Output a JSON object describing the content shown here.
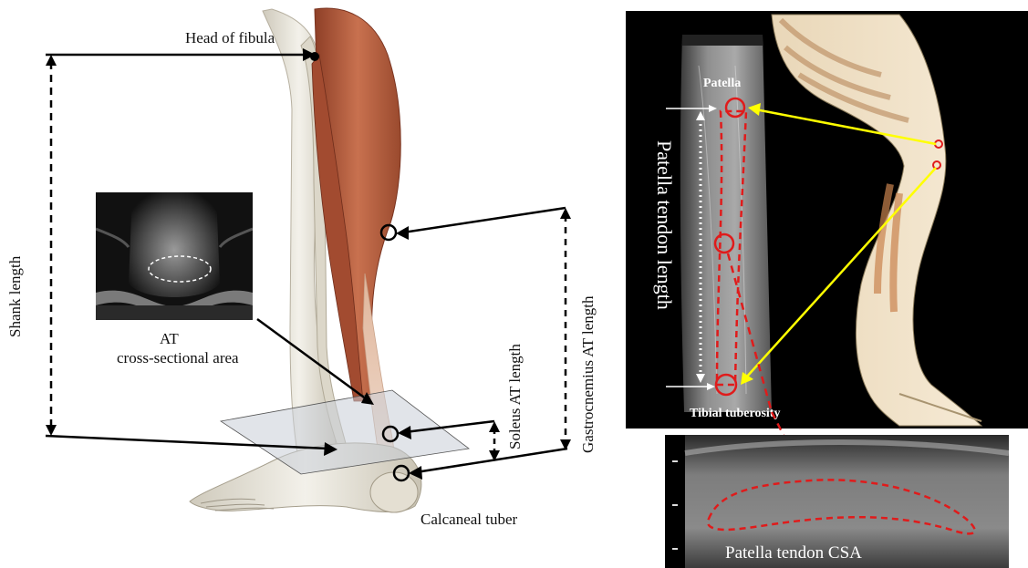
{
  "left_panel": {
    "head_of_fibula": "Head of fibula",
    "shank_length": "Shank length",
    "at_label": "AT",
    "cross_sectional_area": "cross-sectional area",
    "soleus_at_length": "Soleus AT length",
    "gastrocnemius_at_length": "Gastrocnemius AT length",
    "calcaneal_tuber": "Calcaneal tuber"
  },
  "right_panel": {
    "patella": "Patella",
    "tibial_tuberosity": "Tibial tuberosity",
    "patella_tendon_length": "Patella tendon length",
    "patella_tendon_csa": "Patella tendon CSA"
  },
  "colors": {
    "red_outline": "#e01b1b",
    "yellow_arrow": "#ffff00",
    "muscle": "#b5583a",
    "bone": "#e6e2d6"
  }
}
